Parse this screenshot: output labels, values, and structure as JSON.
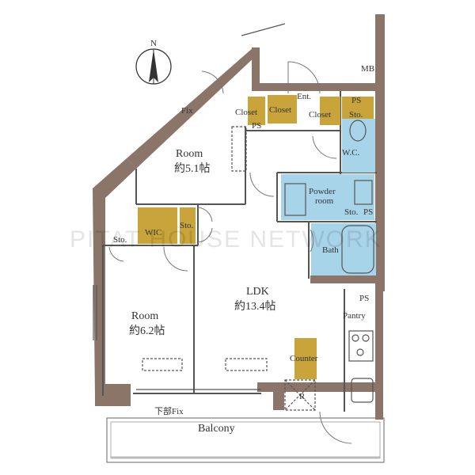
{
  "compass": {
    "north": "N"
  },
  "labels": {
    "fix": "Fix",
    "mb": "MB",
    "ent": "Ent.",
    "ps_top": "PS",
    "closet_a": "Closet",
    "closet_b": "Closet",
    "closet_c": "Closet",
    "ps_closet": "PS",
    "sto_wc": "Sto.",
    "wc": "W.C.",
    "room_a": "Room",
    "room_a_size": "約5.1帖",
    "powder": "Powder",
    "powder_2": "room",
    "sto_powder": "Sto.",
    "ps_powder": "PS",
    "sto_left": "Sto.",
    "wic": "WIC",
    "sto_mid": "Sto.",
    "bath": "Bath",
    "ldk": "LDK",
    "ldk_size": "約13.4帖",
    "ps_pantry": "PS",
    "pantry": "Pantry",
    "room_b": "Room",
    "room_b_size": "約6.2帖",
    "counter": "Counter",
    "r": "R",
    "lower_fix": "下部Fix",
    "balcony": "Balcony"
  },
  "watermark": "PITAT HOUSE NETWORK",
  "colors": {
    "wall": "#8b7468",
    "storage": "#c8a43a",
    "wet": "#a8d4ea",
    "line": "#555555"
  }
}
